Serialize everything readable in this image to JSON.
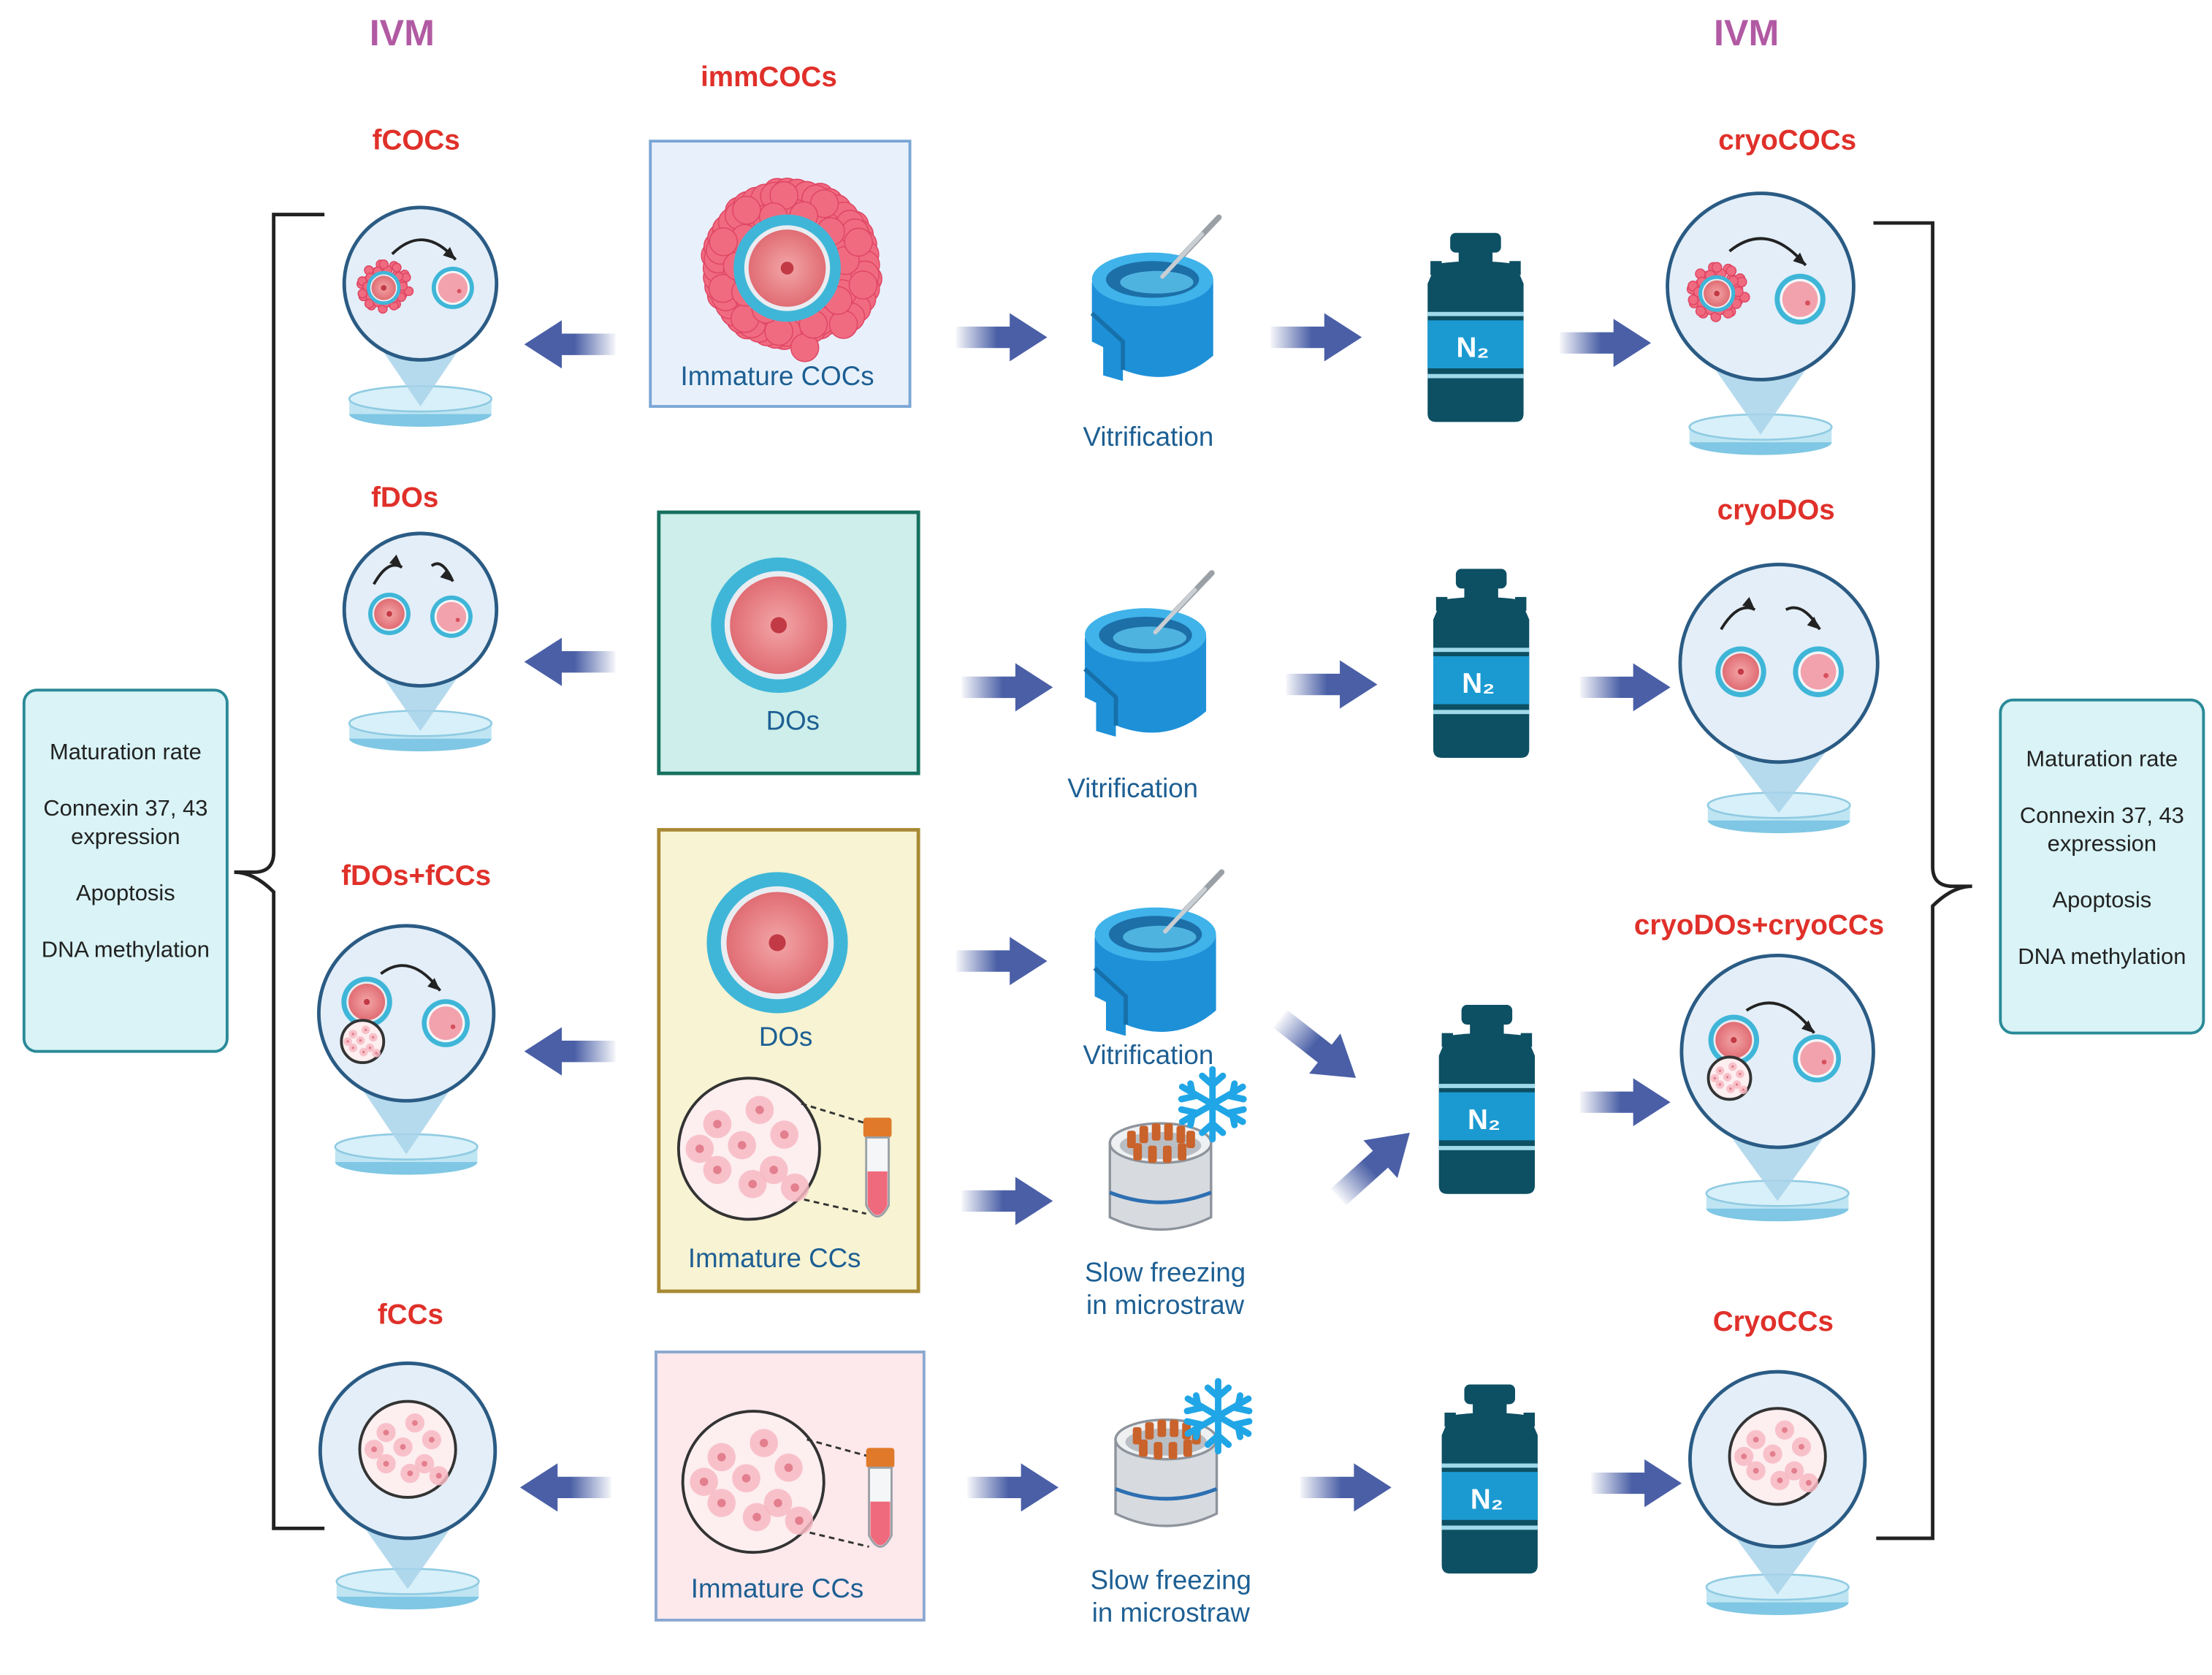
{
  "header": {
    "ivm_left": "IVM",
    "ivm_right": "IVM"
  },
  "fresh_labels": {
    "fcocs": "fCOCs",
    "fdos": "fDOs",
    "fdos_fccs": "fDOs+fCCs",
    "fccs": "fCCs"
  },
  "cryo_labels": {
    "cryococs": "cryoCOCs",
    "cryodos": "cryoDOs",
    "cryodos_cryoccs": "cryoDOs+cryoCCs",
    "cryoccs": "CryoCCs"
  },
  "center": {
    "immcocs_title": "immCOCs",
    "immature_cocs": "Immature COCs",
    "dos_row2": "DOs",
    "dos_row3": "DOs",
    "immature_ccs_row3": "Immature CCs",
    "immature_ccs_row4": "Immature CCs"
  },
  "methods": {
    "vitrification_1": "Vitrification",
    "vitrification_2": "Vitrification",
    "vitrification_3": "Vitrification",
    "slow_freezing_1": "Slow freezing in microstraw",
    "slow_freezing_2": "Slow freezing in microstraw"
  },
  "tank_label": "N₂",
  "assessments_left": [
    "Maturation rate",
    "Connexin 37, 43 expression",
    "Apoptosis",
    "DNA methylation"
  ],
  "assessments_right": [
    "Maturation rate",
    "Connexin 37, 43 expression",
    "Apoptosis",
    "DNA methylation"
  ],
  "colors": {
    "red_label": "#e0302a",
    "purple_label": "#b15aa3",
    "blue_text": "#1d5f93",
    "arrow": "#4a5fa6",
    "tank": "#0d4f63",
    "vitrification_device": "#1e90d8",
    "oocyte": "#e57379",
    "zona": "#3fb6d8"
  }
}
